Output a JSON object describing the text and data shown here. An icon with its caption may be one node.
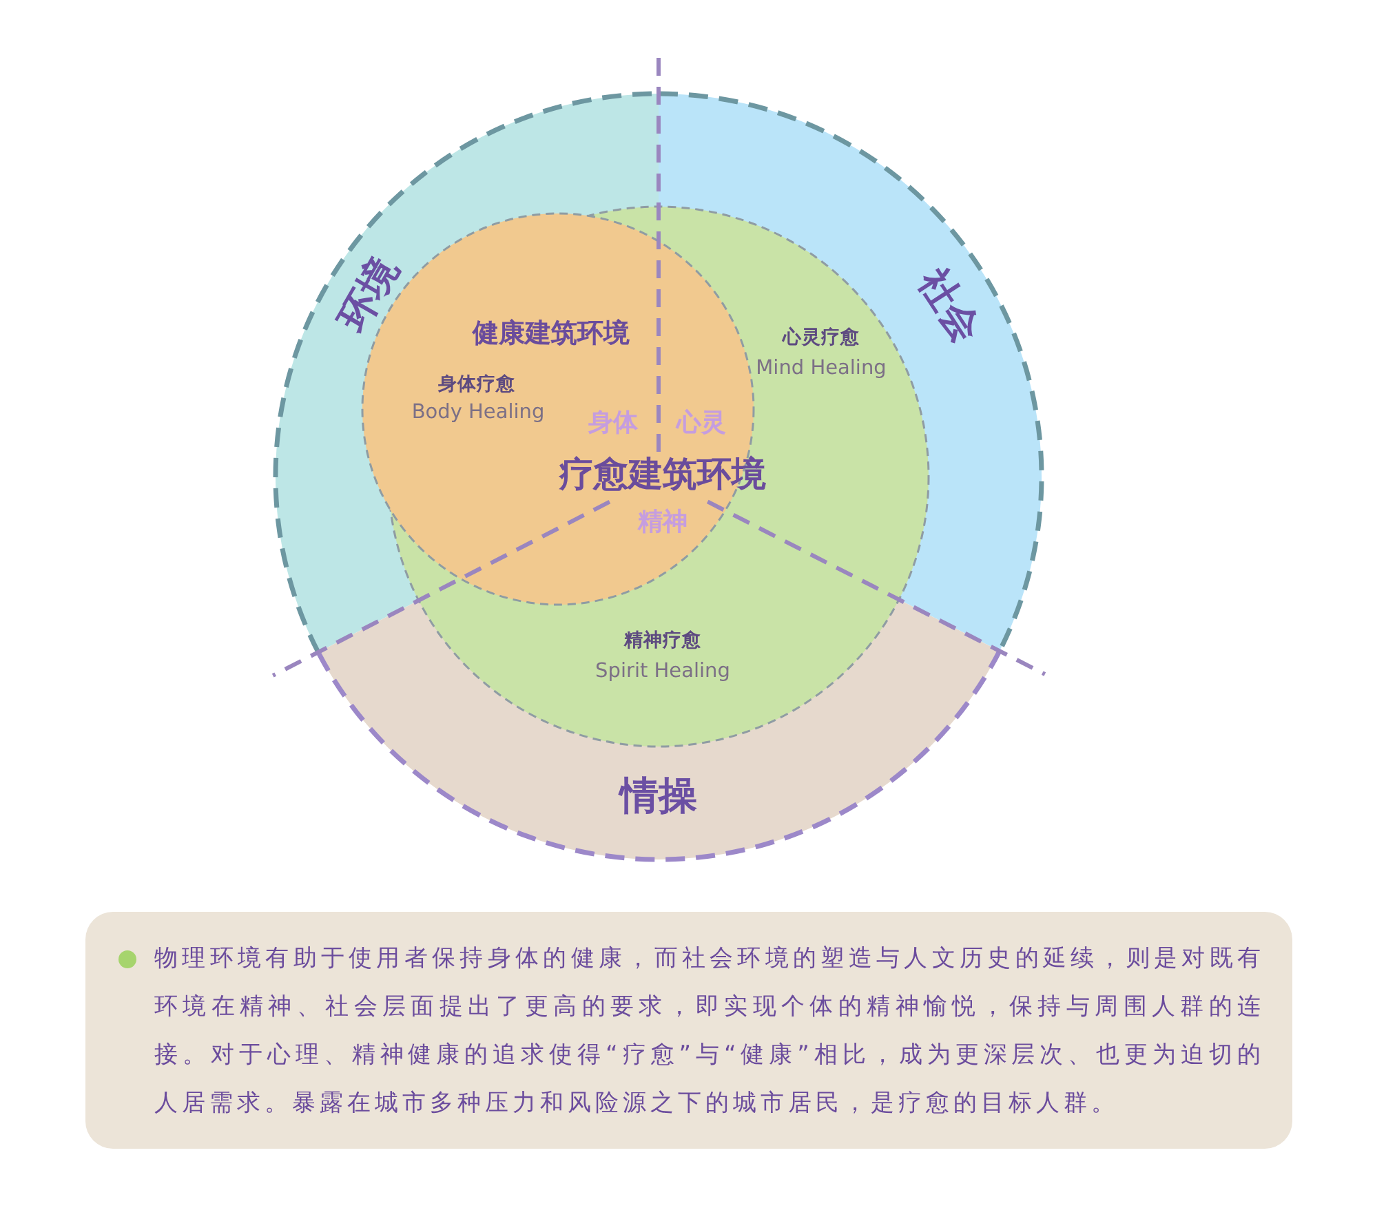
{
  "diagram": {
    "nodes": [
      {
        "text": [
          "环境",
          "社会",
          "情操"
        ]
      },
      {
        "text": [
          "健康建筑环境",
          "身体疗愈",
          "Body Healing"
        ],
        "in": 0
      },
      {
        "text": [
          "心灵疗愈",
          "Mind Healing",
          "精神疗愈",
          "Spirit Healing"
        ],
        "in": 0
      },
      {
        "text": [
          "物理环境有助于使用者保持身体的健康，而社会环境的塑造与人文历史的延续，则是对既有环境在精神、社会层面提出了更高的要求，即实现个体的精神愉悦，保持与周围人群的连接。对于心理、精神健康的追求使得“疗愈”与“健康”相比，成为更深层次、也更为迫切的人居需求。暴露在城市多种压力和风险源之下的城市居民，是疗愈的目标人群。"
        ]
      }
    ],
    "labels": [
      "身体",
      "心灵",
      "疗愈建筑环境",
      "精神"
    ]
  }
}
